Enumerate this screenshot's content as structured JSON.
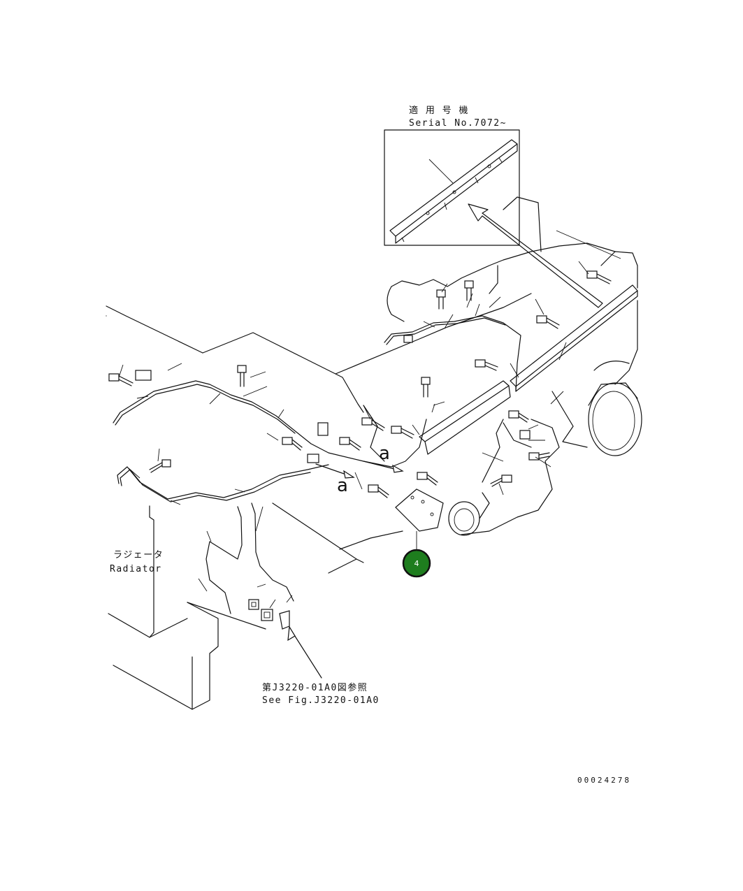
{
  "inset": {
    "title_jp": "適 用 号 機",
    "title_en": "Serial No.7072~"
  },
  "labels": {
    "radiator_jp": "ラジェータ",
    "radiator_en": "Radiator",
    "ref_jp": "第J3220-01A0図参照",
    "ref_en": "See Fig.J3220-01A0",
    "view_letter_upper": "a",
    "view_letter_lower": "a"
  },
  "callout": {
    "number": "4",
    "fill_color": "#1e7d1e"
  },
  "drawing_number": "00024278"
}
